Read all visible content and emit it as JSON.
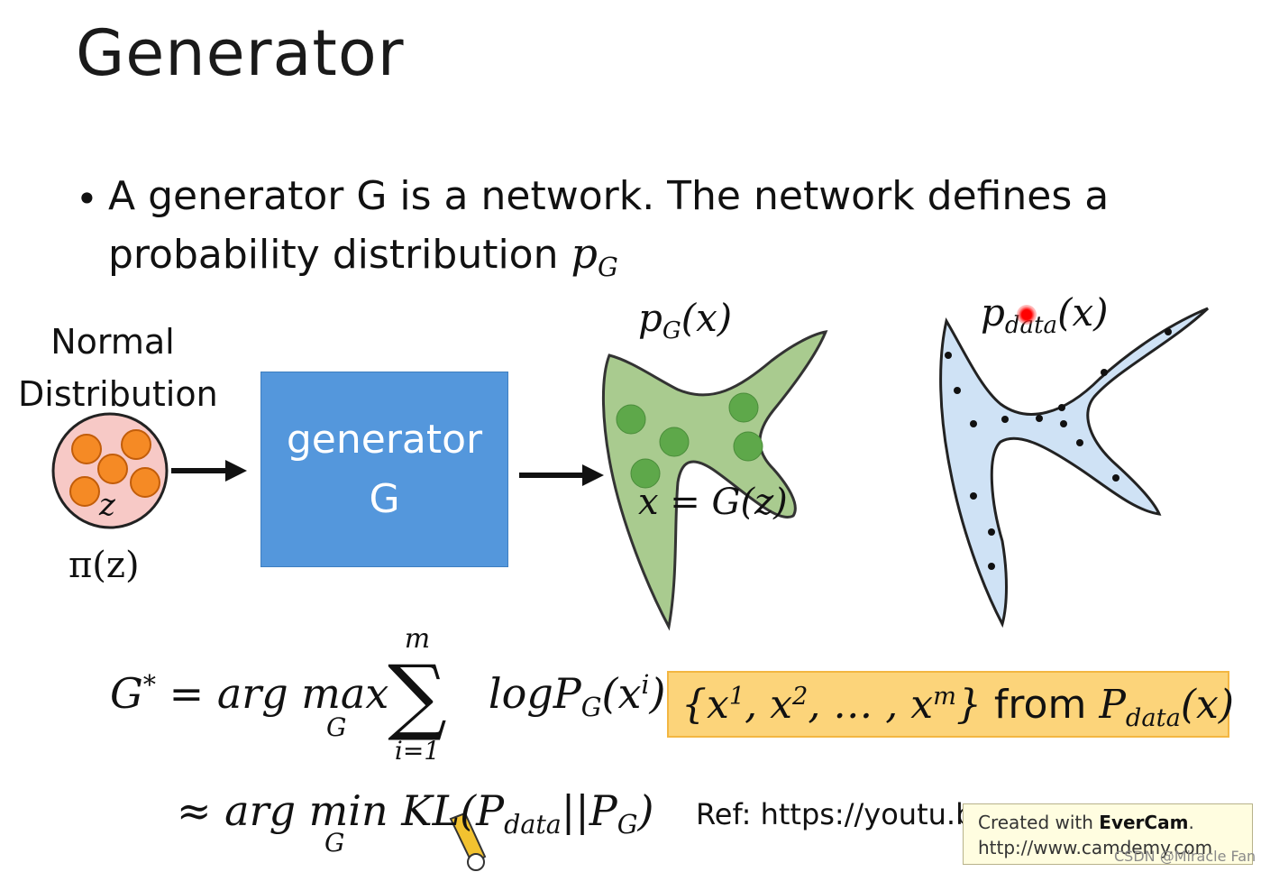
{
  "slide": {
    "title": "Generator",
    "bullet": {
      "line1": "A generator G is a network. The network defines a",
      "line2": "probability distribution",
      "math": "p",
      "math_sub": "G"
    }
  },
  "diagram": {
    "normal_label_line1": "Normal",
    "normal_label_line2": "Distribution",
    "z_label": "z",
    "pi_label": "π(z)",
    "generator_line1": "generator",
    "generator_line2": "G",
    "pg_label": "p",
    "pg_sub": "G",
    "pg_arg": "(x)",
    "pdata_label": "p",
    "pdata_sub": "data",
    "pdata_arg": "(x)",
    "xg_label": "x = G(z)"
  },
  "formula": {
    "lhs": "G",
    "lhs_sup": "*",
    "eq": "=",
    "argmax": "arg max",
    "under_max": "G",
    "sum_top": "m",
    "sum_sign": "∑",
    "sum_bottom": "i=1",
    "log_term": "logP",
    "log_sub": "G",
    "log_arg_open": "(x",
    "log_arg_sup": "i",
    "log_arg_close": ")",
    "approx": "≈",
    "argmin": "arg min",
    "under_min": "G",
    "kl": "KL(P",
    "kl_sub1": "data",
    "kl_mid": "||P",
    "kl_sub2": "G",
    "kl_close": ")"
  },
  "samples": {
    "set_open": "{x",
    "sup1": "1",
    "sep1": ", x",
    "sup2": "2",
    "dots": ", … , x",
    "supm": "m",
    "set_close": "}",
    "from": " from ",
    "p": "P",
    "p_sub": "data",
    "p_arg": "(x)"
  },
  "ref": "Ref: https://youtu.be",
  "overlay": {
    "created_with": "Created with ",
    "brand": "EverCam",
    "brand_dot": ".",
    "url": "http://www.camdemy.com",
    "watermark": "CSDN @Miracle Fan"
  },
  "colors": {
    "generator_box": "#5497dc",
    "green_blob": "#a9cb8f",
    "blue_blob": "#cfe2f5",
    "sample_box": "#fcd47a"
  }
}
